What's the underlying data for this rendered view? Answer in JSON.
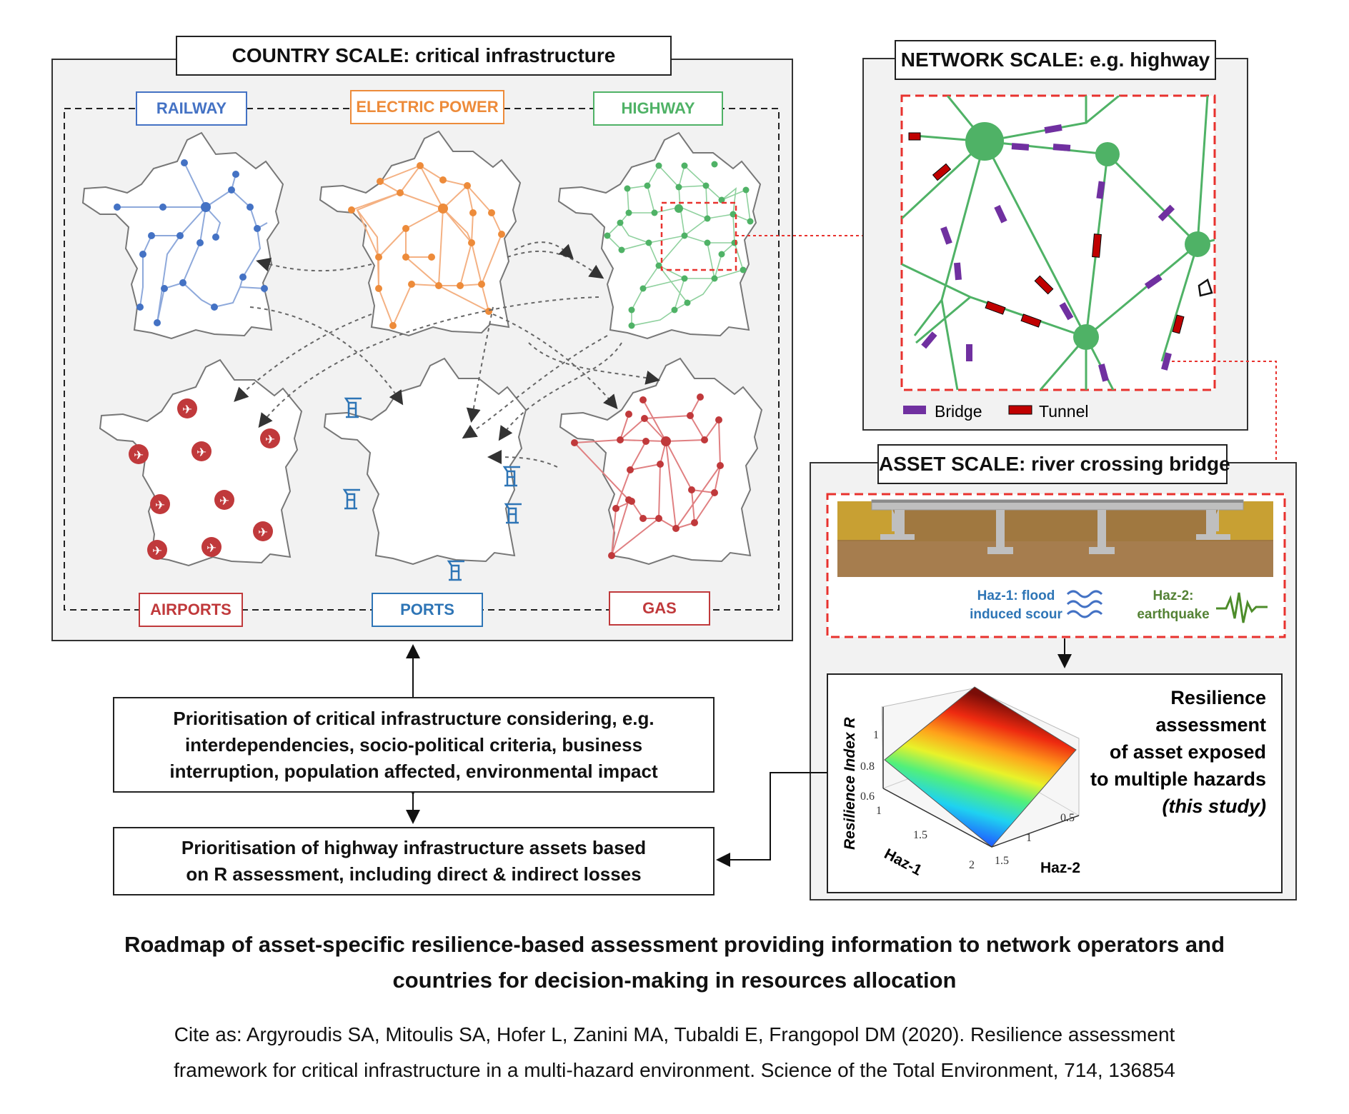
{
  "country_scale": {
    "title": "COUNTRY SCALE: critical infrastructure",
    "labels": {
      "railway": "RAILWAY",
      "electric_power": "ELECTRIC POWER",
      "highway": "HIGHWAY",
      "airports": "AIRPORTS",
      "ports": "PORTS",
      "gas": "GAS"
    }
  },
  "network_scale": {
    "title": "NETWORK SCALE: e.g. highway",
    "legend_bridge": "Bridge",
    "legend_tunnel": "Tunnel"
  },
  "asset_scale": {
    "title": "ASSET SCALE: river crossing bridge",
    "haz1_line1": "Haz-1: flood",
    "haz1_line2": "induced scour",
    "haz2_line1": "Haz-2:",
    "haz2_line2": "earthquake"
  },
  "resilience_plot": {
    "zlabel": "Resilience Index  R",
    "xlabel": "Haz-1",
    "ylabel": "Haz-2",
    "z_ticks": [
      "1",
      "0.8",
      "0.6"
    ],
    "haz1_ticks": [
      "1",
      "1.5",
      "2"
    ],
    "haz2_ticks": [
      "0.5",
      "1",
      "1.5"
    ],
    "text_line1": "Resilience",
    "text_line2": "assessment",
    "text_line3": "of asset exposed",
    "text_line4": "to multiple hazards",
    "text_line5": "(this study)"
  },
  "prioritisation": {
    "box1_line1": "Prioritisation of critical infrastructure considering, e.g.",
    "box1_line2": "interdependencies, socio-political criteria, business",
    "box1_line3": "interruption, population affected, environmental impact",
    "box2_line1": "Prioritisation of highway infrastructure assets based",
    "box2_line2": "on R assessment, including direct & indirect losses"
  },
  "caption": {
    "title_line1": "Roadmap of asset-specific resilience-based assessment providing information to network operators and",
    "title_line2": "countries for decision-making in resources allocation",
    "cite_line1": "Cite as: Argyroudis SA, Mitoulis SA, Hofer L, Zanini MA, Tubaldi E, Frangopol DM (2020). Resilience assessment",
    "cite_line2": "framework for critical infrastructure in a multi-hazard environment. Science of the Total Environment, 714, 136854"
  },
  "colors": {
    "railway": "#4472c4",
    "electric_power": "#ed8b3a",
    "highway": "#4fb266",
    "red": "#c0393b",
    "ports": "#2e75b6",
    "bridge": "#7030a0",
    "tunnel": "#c00000",
    "dashed_red": "#e8322e"
  }
}
